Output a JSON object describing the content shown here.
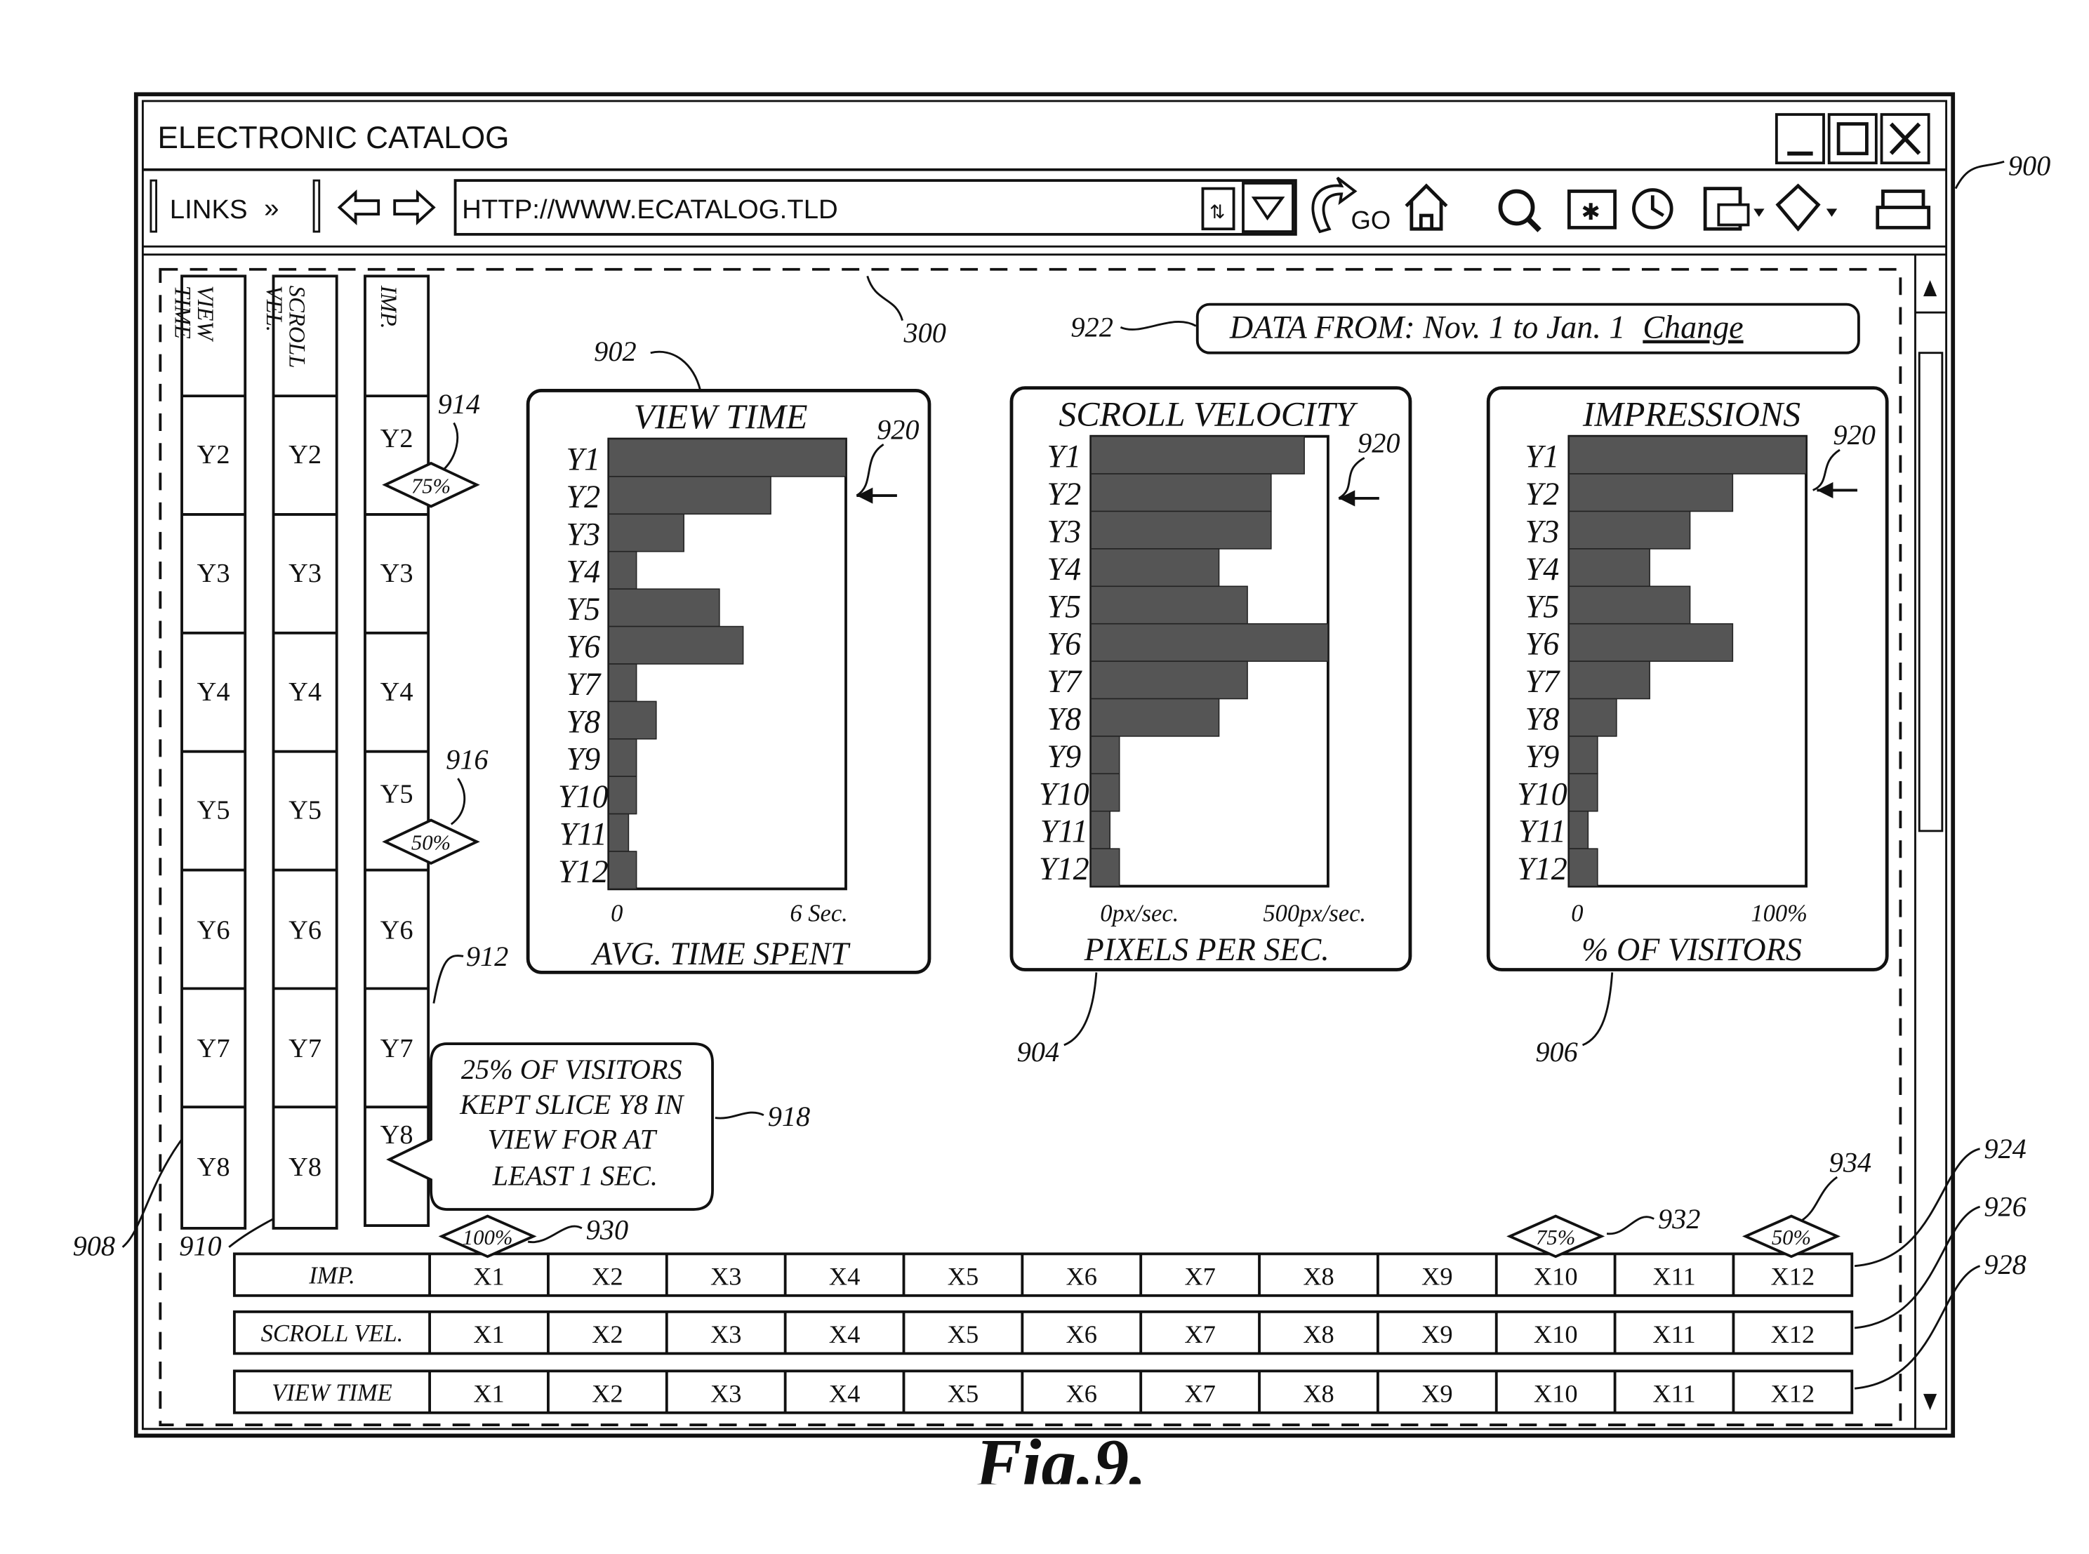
{
  "window": {
    "title": "ELECTRONIC CATALOG",
    "links_label": "LINKS",
    "links_chevron": "»",
    "address": "HTTP://WWW.ECATALOG.TLD",
    "go_label": "GO",
    "icons": [
      "minimize-icon",
      "maximize-icon",
      "close-icon",
      "back-arrow-icon",
      "forward-arrow-icon",
      "refresh-icon",
      "dropdown-icon",
      "go-arrow-icon",
      "home-icon",
      "search-icon",
      "favorites-icon",
      "history-icon",
      "mail-icon",
      "tools-icon",
      "print-icon",
      "scroll-up-icon",
      "scroll-down-icon"
    ]
  },
  "date_range": {
    "text": "DATA FROM: Nov. 1 to Jan. 1",
    "change_label": "Change"
  },
  "vertical_strips": {
    "headers": [
      "VIEW TIME",
      "SCROLL VEL.",
      "IMP."
    ],
    "cells": [
      "Y2",
      "Y3",
      "Y4",
      "Y5",
      "Y6",
      "Y7",
      "Y8"
    ],
    "markers": [
      "75%",
      "50%"
    ]
  },
  "callout": {
    "lines": [
      "25% OF VISITORS",
      "KEPT SLICE Y8 IN",
      "VIEW FOR AT",
      "LEAST 1 SEC."
    ]
  },
  "chart_data": [
    {
      "type": "bar",
      "title": "VIEW TIME",
      "categories": [
        "Y1",
        "Y2",
        "Y3",
        "Y4",
        "Y5",
        "Y6",
        "Y7",
        "Y8",
        "Y9",
        "Y10",
        "Y11",
        "Y12"
      ],
      "values": [
        6.0,
        4.1,
        1.9,
        0.7,
        2.8,
        3.4,
        0.7,
        1.2,
        0.7,
        0.7,
        0.5,
        0.7
      ],
      "xlim": [
        0,
        6
      ],
      "tick_labels": [
        "0",
        "6 Sec."
      ],
      "xlabel": "AVG. TIME SPENT"
    },
    {
      "type": "bar",
      "title": "SCROLL VELOCITY",
      "categories": [
        "Y1",
        "Y2",
        "Y3",
        "Y4",
        "Y5",
        "Y6",
        "Y7",
        "Y8",
        "Y9",
        "Y10",
        "Y11",
        "Y12"
      ],
      "values": [
        450,
        380,
        380,
        270,
        330,
        500,
        330,
        270,
        60,
        60,
        40,
        60
      ],
      "xlim": [
        0,
        500
      ],
      "tick_labels": [
        "0px/sec.",
        "500px/sec."
      ],
      "xlabel": "PIXELS PER SEC."
    },
    {
      "type": "bar",
      "title": "IMPRESSIONS",
      "categories": [
        "Y1",
        "Y2",
        "Y3",
        "Y4",
        "Y5",
        "Y6",
        "Y7",
        "Y8",
        "Y9",
        "Y10",
        "Y11",
        "Y12"
      ],
      "values": [
        100,
        69,
        51,
        34,
        51,
        69,
        34,
        20,
        12,
        12,
        8,
        12
      ],
      "xlim": [
        0,
        100
      ],
      "tick_labels": [
        "0",
        "100%"
      ],
      "xlabel": "% OF VISITORS"
    }
  ],
  "horizontal_strips": {
    "rows": [
      "IMP.",
      "SCROLL VEL.",
      "VIEW TIME"
    ],
    "cells": [
      "X1",
      "X2",
      "X3",
      "X4",
      "X5",
      "X6",
      "X7",
      "X8",
      "X9",
      "X10",
      "X11",
      "X12"
    ],
    "markers": [
      "100%",
      "75%",
      "50%"
    ]
  },
  "reference_numerals": [
    "900",
    "300",
    "902",
    "904",
    "906",
    "908",
    "910",
    "912",
    "914",
    "916",
    "918",
    "920",
    "922",
    "924",
    "926",
    "928",
    "930",
    "932",
    "934"
  ],
  "figure_label": "Fig.9."
}
